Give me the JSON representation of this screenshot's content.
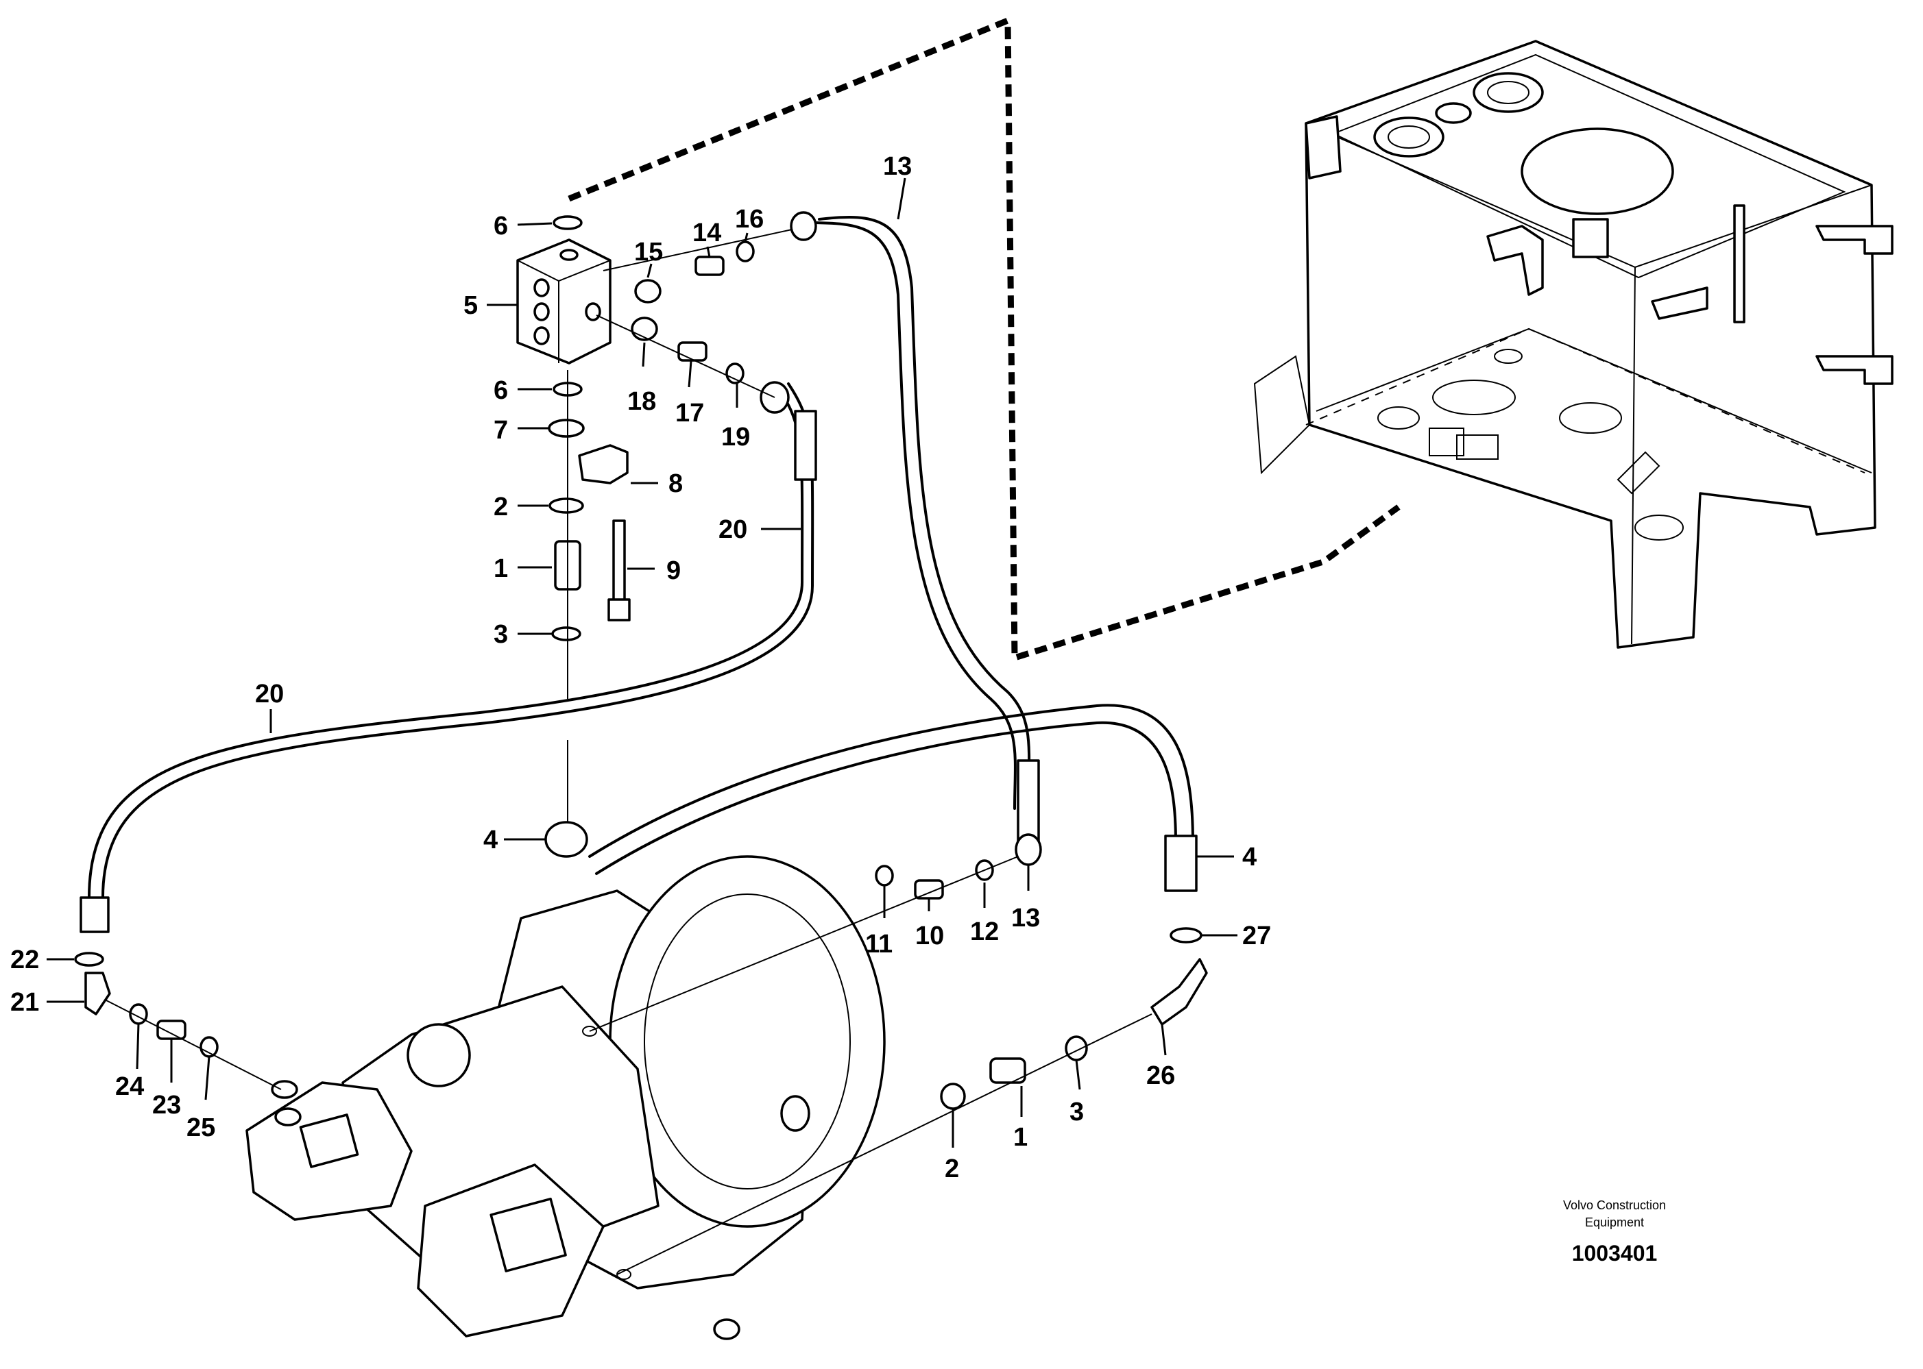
{
  "diagram": {
    "callouts": [
      {
        "id": "c6a",
        "text": "6"
      },
      {
        "id": "c5",
        "text": "5"
      },
      {
        "id": "c15",
        "text": "15"
      },
      {
        "id": "c14",
        "text": "14"
      },
      {
        "id": "c16",
        "text": "16"
      },
      {
        "id": "c13a",
        "text": "13"
      },
      {
        "id": "c6b",
        "text": "6"
      },
      {
        "id": "c18",
        "text": "18"
      },
      {
        "id": "c17",
        "text": "17"
      },
      {
        "id": "c19",
        "text": "19"
      },
      {
        "id": "c7",
        "text": "7"
      },
      {
        "id": "c8",
        "text": "8"
      },
      {
        "id": "c2a",
        "text": "2"
      },
      {
        "id": "c20a",
        "text": "20"
      },
      {
        "id": "c1a",
        "text": "1"
      },
      {
        "id": "c9",
        "text": "9"
      },
      {
        "id": "c3a",
        "text": "3"
      },
      {
        "id": "c20b",
        "text": "20"
      },
      {
        "id": "c4a",
        "text": "4"
      },
      {
        "id": "c4b",
        "text": "4"
      },
      {
        "id": "c12",
        "text": "12"
      },
      {
        "id": "c13b",
        "text": "13"
      },
      {
        "id": "c10",
        "text": "10"
      },
      {
        "id": "c11",
        "text": "11"
      },
      {
        "id": "c27",
        "text": "27"
      },
      {
        "id": "c22",
        "text": "22"
      },
      {
        "id": "c21",
        "text": "21"
      },
      {
        "id": "c24",
        "text": "24"
      },
      {
        "id": "c23",
        "text": "23"
      },
      {
        "id": "c25",
        "text": "25"
      },
      {
        "id": "c26",
        "text": "26"
      },
      {
        "id": "c3b",
        "text": "3"
      },
      {
        "id": "c1b",
        "text": "1"
      },
      {
        "id": "c2b",
        "text": "2"
      }
    ],
    "credit_line1": "Volvo Construction",
    "credit_line2": "Equipment",
    "drawing_number": "1003401"
  }
}
